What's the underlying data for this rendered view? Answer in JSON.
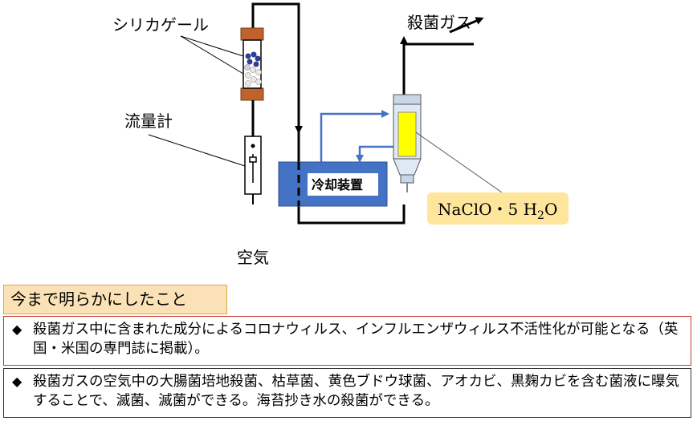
{
  "labels": {
    "silica_gel": "シリカゲール",
    "flowmeter": "流量計",
    "air": "空気",
    "sterilizing_gas": "殺菌ガス",
    "cooling_device": "冷却装置",
    "reagent": "NaClO・5 H",
    "reagent_sub": "2",
    "reagent_tail": "O"
  },
  "summary": {
    "title": "今まで明らかにしたこと",
    "bullet_symbol": "◆",
    "items": [
      "殺菌ガス中に含まれた成分によるコロナウィルス、インフルエンザウィルス不活性化が可能となる（英国・米国の専門誌に掲載）。",
      "殺菌ガスの空気中の大腸菌培地殺菌、枯草菌、黄色ブドウ球菌、アオカビ、黒麹カビを含む菌液に曝気することで、滅菌、滅菌ができる。海苔抄き水の殺菌ができる。"
    ]
  },
  "colors": {
    "blue_line": "#4472c4",
    "cooler_fill": "#4472c4",
    "silica_cap": "#c0622b",
    "reagent_yellow": "#ffff00",
    "reagent_box": "#fde69c",
    "bead_blue": "#2f3f8f"
  }
}
